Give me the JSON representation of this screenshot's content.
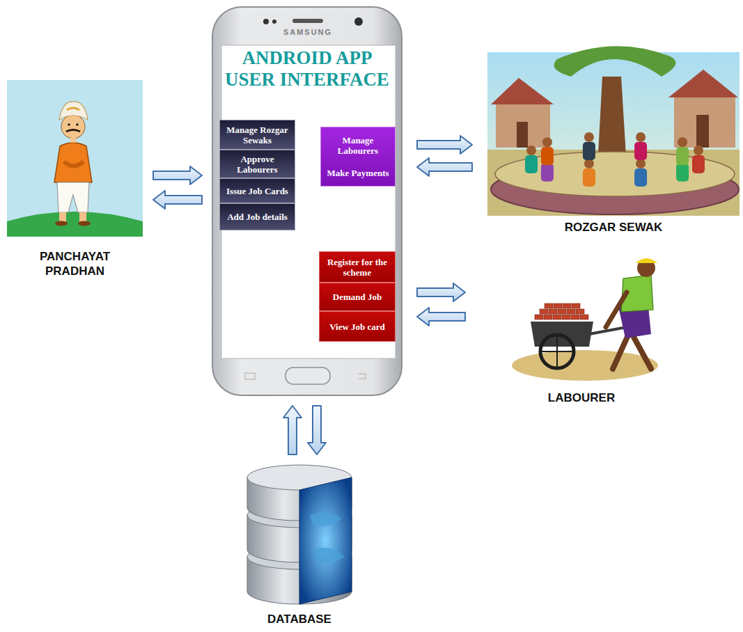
{
  "diagram": {
    "nodes": [
      {
        "text": [
          "PANCHAYAT PRADHAN"
        ]
      },
      {
        "text": [
          "ANDROID APP USER INTERFACE"
        ]
      },
      {
        "text": [
          "Manage Rozgar Sewaks"
        ],
        "in": 1
      },
      {
        "text": [
          "Approve Labourers"
        ],
        "in": 1
      },
      {
        "text": [
          "Issue Job Cards"
        ],
        "in": 1
      },
      {
        "text": [
          "Add Job details"
        ],
        "in": 1
      },
      {
        "text": [
          "Manage Labourers",
          "Make Payments"
        ],
        "in": 1
      },
      {
        "text": [
          "Register for the scheme"
        ],
        "in": 1
      },
      {
        "text": [
          "Demand Job"
        ],
        "in": 1
      },
      {
        "text": [
          "View Job card"
        ],
        "in": 1
      },
      {
        "text": [
          "ROZGAR SEWAK"
        ]
      },
      {
        "text": [
          "LABOURER"
        ]
      },
      {
        "text": [
          "DATABASE"
        ]
      }
    ],
    "edges": [
      {
        "from": 0,
        "to": 1,
        "arrow": "to"
      },
      {
        "from": 1,
        "to": 0,
        "arrow": "to"
      },
      {
        "from": 1,
        "to": 10,
        "arrow": "to"
      },
      {
        "from": 10,
        "to": 1,
        "arrow": "to"
      },
      {
        "from": 1,
        "to": 11,
        "arrow": "to"
      },
      {
        "from": 11,
        "to": 1,
        "arrow": "to"
      },
      {
        "from": 12,
        "to": 1,
        "arrow": "to"
      },
      {
        "from": 1,
        "to": 12,
        "arrow": "to"
      }
    ],
    "labels": [
      "SAMSUNG"
    ]
  }
}
